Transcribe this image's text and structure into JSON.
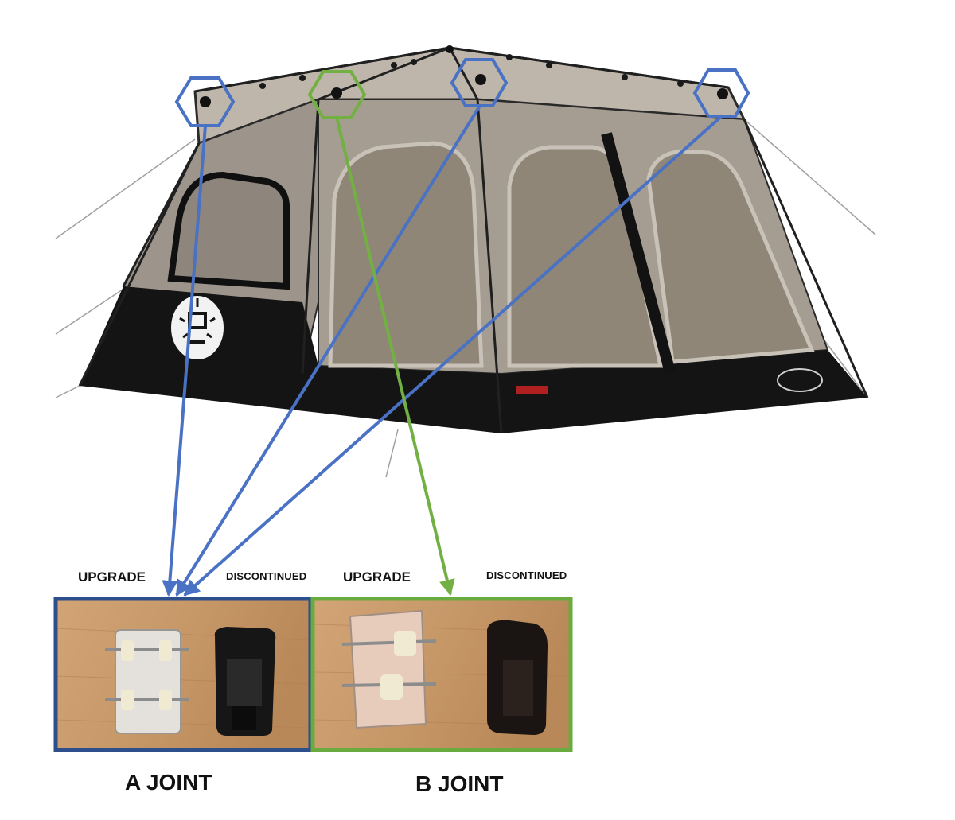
{
  "colors": {
    "a_joint": "#4a72c4",
    "a_joint_box": "#2d4f8c",
    "b_joint": "#72b043",
    "b_joint_box": "#6aab3f",
    "tent_fabric": "#a39a90",
    "tent_base": "#141414",
    "wood": "#c79868"
  },
  "joints": [
    {
      "id": "a",
      "name": "A JOINT",
      "upgrade_label": "UPGRADE",
      "discontinued_label": "DISCONTINUED"
    },
    {
      "id": "b",
      "name": "B JOINT",
      "upgrade_label": "UPGRADE",
      "discontinued_label": "DISCONTINUED"
    }
  ]
}
